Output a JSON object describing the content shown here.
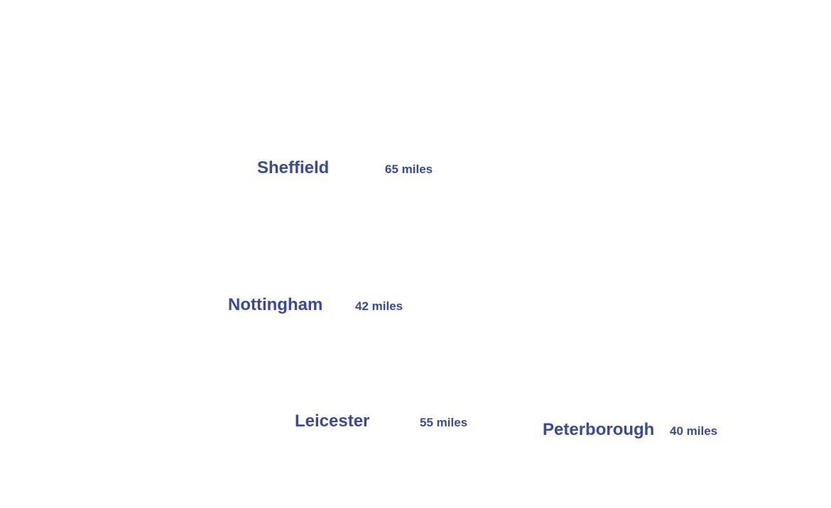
{
  "color": "#3a4a96",
  "places": [
    {
      "city": "Sheffield",
      "distance": "65 miles"
    },
    {
      "city": "Nottingham",
      "distance": "42 miles"
    },
    {
      "city": "Leicester",
      "distance": "55 miles"
    },
    {
      "city": "Peterborough",
      "distance": "40 miles"
    }
  ]
}
